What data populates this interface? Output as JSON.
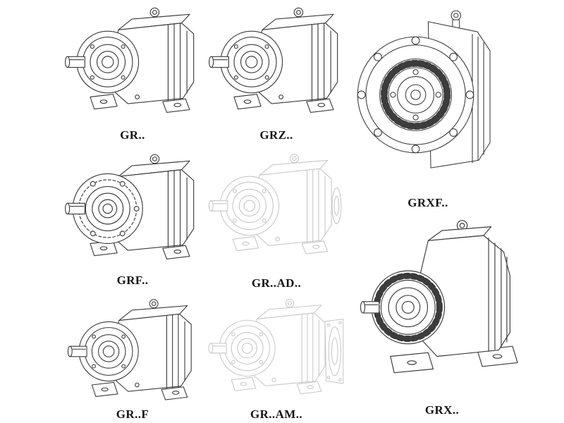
{
  "palette": {
    "background": "#ffffff",
    "line": "#3c3c3c",
    "ghost_line": "#c7c7c7",
    "label": "#141414"
  },
  "figures": [
    {
      "id": "gr",
      "label": "GR..",
      "style": "solid"
    },
    {
      "id": "grz",
      "label": "GRZ..",
      "style": "solid"
    },
    {
      "id": "grxf",
      "label": "GRXF..",
      "style": "solid"
    },
    {
      "id": "grf",
      "label": "GRF..",
      "style": "solid"
    },
    {
      "id": "gr-ad",
      "label": "GR..AD..",
      "style": "ghost"
    },
    {
      "id": "gr-f",
      "label": "GR..F",
      "style": "solid"
    },
    {
      "id": "gr-am",
      "label": "GR..AM..",
      "style": "ghost"
    },
    {
      "id": "grx",
      "label": "GRX..",
      "style": "solid"
    }
  ]
}
